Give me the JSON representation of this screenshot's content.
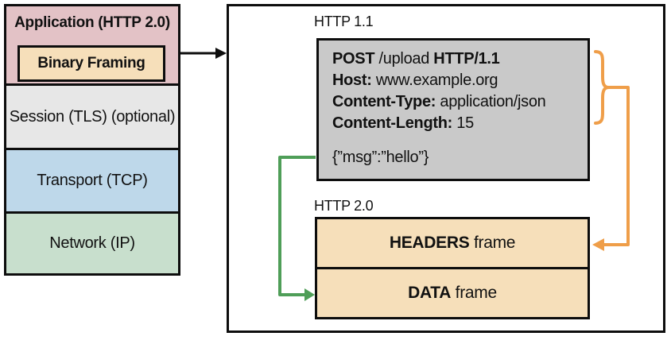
{
  "colors": {
    "application_bg": "#e3c2c6",
    "binary_framing_bg": "#f6dfba",
    "session_bg": "#e7e7e7",
    "transport_bg": "#bed8ea",
    "network_bg": "#c8dfcd",
    "request_bg": "#c9c9c9",
    "frame_bg": "#f6dfba",
    "arrow_black": "#0d0d0d",
    "arrow_orange": "#ef9e49",
    "arrow_green": "#4f9e58"
  },
  "stack": {
    "application_label": "Application (HTTP 2.0)",
    "binary_framing_label": "Binary Framing",
    "session_label": "Session (TLS) (optional)",
    "transport_label": "Transport (TCP)",
    "network_label": "Network (IP)"
  },
  "panel": {
    "http11_label": "HTTP 1.1",
    "http20_label": "HTTP 2.0",
    "request": {
      "method": "POST",
      "path": " /upload ",
      "version": "HTTP/1.1",
      "host_key": "Host:",
      "host_value": " www.example.org",
      "content_type_key": "Content-Type:",
      "content_type_value": " application/json",
      "content_length_key": "Content-Length:",
      "content_length_value": " 15",
      "body": "{”msg”:”hello”}"
    },
    "frames": {
      "headers_bold": "HEADERS",
      "headers_rest": " frame",
      "data_bold": "DATA",
      "data_rest": " frame"
    }
  }
}
